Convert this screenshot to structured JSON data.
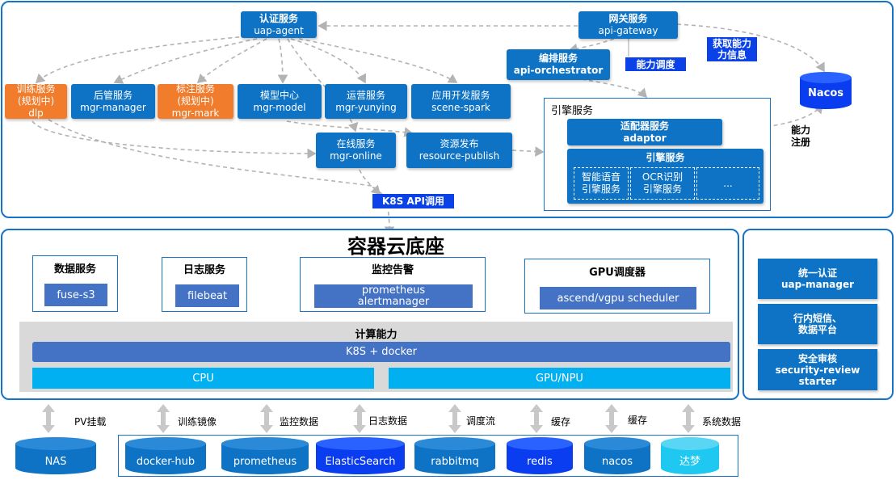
{
  "top": {
    "auth": {
      "name": "认证服务",
      "code": "uap-agent"
    },
    "gateway": {
      "name": "网关服务",
      "code": "api-gateway"
    },
    "orchestrator": {
      "name": "编排服务",
      "code": "api-orchestrator"
    },
    "ability_schedule": "能力调度",
    "get_ability_info": "获取能力\n力信息",
    "nacos": "Nacos",
    "ability_register": "能力\n注册",
    "services": [
      {
        "name": "训练服务",
        "sub": "(规划中)",
        "code": "dlp"
      },
      {
        "name": "后管服务",
        "code": "mgr-manager"
      },
      {
        "name": "标注服务",
        "sub": "(规划中)",
        "code": "mgr-mark"
      },
      {
        "name": "模型中心",
        "code": "mgr-model"
      },
      {
        "name": "运营服务",
        "code": "mgr-yunying"
      },
      {
        "name": "应用开发服务",
        "code": "scene-spark"
      }
    ],
    "online": {
      "name": "在线服务",
      "code": "mgr-online"
    },
    "publish": {
      "name": "资源发布",
      "code": "resource-publish"
    },
    "k8s_api": "K8S API调用",
    "engine_area": "引擎服务",
    "adaptor": {
      "name": "适配器服务",
      "code": "adaptor"
    },
    "engine": {
      "name": "引擎服务",
      "items": [
        "智能语音\n引擎服务",
        "OCR识别\n引擎服务",
        "..."
      ]
    }
  },
  "base": {
    "title": "容器云底座",
    "data_service": {
      "title": "数据服务",
      "item": "fuse-s3"
    },
    "log_service": {
      "title": "日志服务",
      "item": "filebeat"
    },
    "monitor": {
      "title": "监控告警",
      "item": "prometheus\nalertmanager"
    },
    "gpu": {
      "title": "GPU调度器",
      "item": "ascend/vgpu scheduler"
    },
    "compute": {
      "title": "计算能力",
      "k8s": "K8S + docker",
      "cpu": "CPU",
      "gpu": "GPU/NPU"
    }
  },
  "side": [
    {
      "line1": "统一认证",
      "line2": "uap-manager"
    },
    {
      "line1": "行内短信、",
      "line2": "数据平台"
    },
    {
      "line1": "安全审核",
      "line2": "security-review",
      "line3": "starter"
    }
  ],
  "arrows": [
    "PV挂载",
    "训练镜像",
    "监控数据",
    "日志数据",
    "调度流",
    "缓存",
    "缓存",
    "系统数据"
  ],
  "storage": [
    "NAS",
    "docker-hub",
    "prometheus",
    "ElasticSearch",
    "rabbitmq",
    "redis",
    "nacos",
    "达梦"
  ],
  "colors": {
    "panel_border": "#1673c8",
    "service": "#0e73c4",
    "planned": "#f07c2c",
    "highlight": "#0a3cf0",
    "cpu": "#00b0f0",
    "steel": "#4472c4"
  }
}
